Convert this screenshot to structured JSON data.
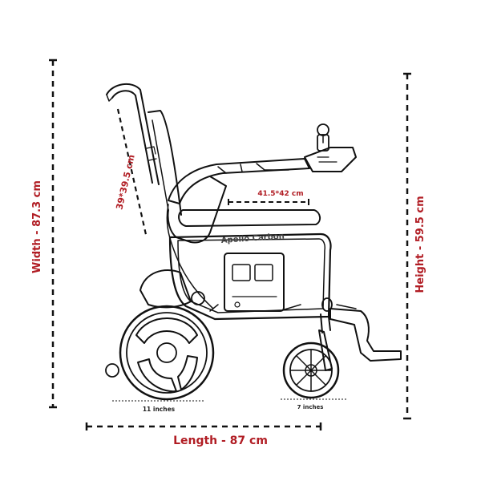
{
  "dimensions": {
    "width_label": "Width - 87.3 cm",
    "height_label": "Height - 59.5 cm",
    "length_label": "Length - 87 cm",
    "backrest_label": "39*39.5 cm",
    "seat_label": "41.5*42 cm",
    "rear_wheel_label": "11 inches",
    "front_wheel_label": "7 inches"
  },
  "product": {
    "brand_label": "Apollo Carbon"
  },
  "colors": {
    "accent": "#b11d24",
    "ink": "#111111"
  }
}
